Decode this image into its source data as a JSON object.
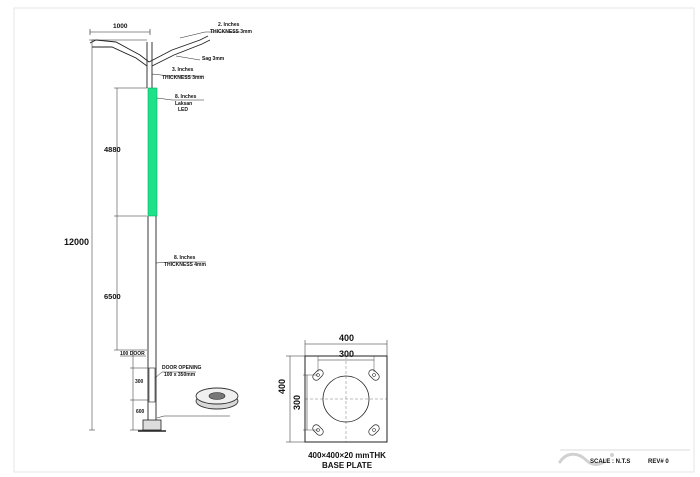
{
  "drawing": {
    "arm": {
      "width_dim": "1000",
      "pipe_size": "2. Inches",
      "pipe_thickness": "THICKNESS 3mm",
      "sag": "Sag 3mm"
    },
    "upper_pole": {
      "size": "3. Inches",
      "thickness": "THICKNESS 3mm"
    },
    "led": {
      "size": "8. Inches",
      "brand": "Laksan",
      "type": "LED",
      "color": "#1de28a"
    },
    "lower_pole": {
      "size": "8. Inches",
      "thickness": "THICKNESS 4mm"
    },
    "dimensions": {
      "total": "12000",
      "led_section": "4880",
      "lower_section": "6500",
      "door_height": "100 DOOR",
      "door_opening_dim": "300",
      "base_dim": "600"
    },
    "door": {
      "label": "DOOR OPENING",
      "size": "100 x 350mm"
    },
    "base_plate": {
      "outer_width": "400",
      "inner_width": "300",
      "outer_height": "400",
      "inner_height": "300",
      "title": "400×400×20 mmTHK",
      "subtitle": "BASE PLATE"
    },
    "title_block": {
      "scale": "SCALE : N.T.S",
      "revision": "REV# 0"
    }
  }
}
